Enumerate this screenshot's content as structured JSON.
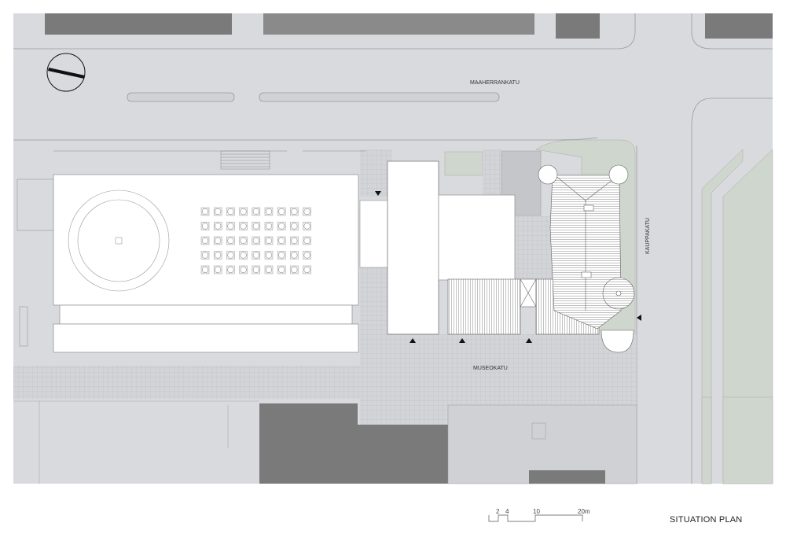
{
  "streets": {
    "north": "MAAHERRANKATU",
    "east": "KAUPPAKATU",
    "south": "MUSEOKATU"
  },
  "scale_bar": {
    "ticks": [
      "2",
      "4",
      "10",
      "20m"
    ]
  },
  "title": "SITUATION PLAN",
  "colors": {
    "ground": "#d8dade",
    "building_dark": "#7a7a7a",
    "green": "#cfd6cd",
    "roof": "#ffffff"
  }
}
